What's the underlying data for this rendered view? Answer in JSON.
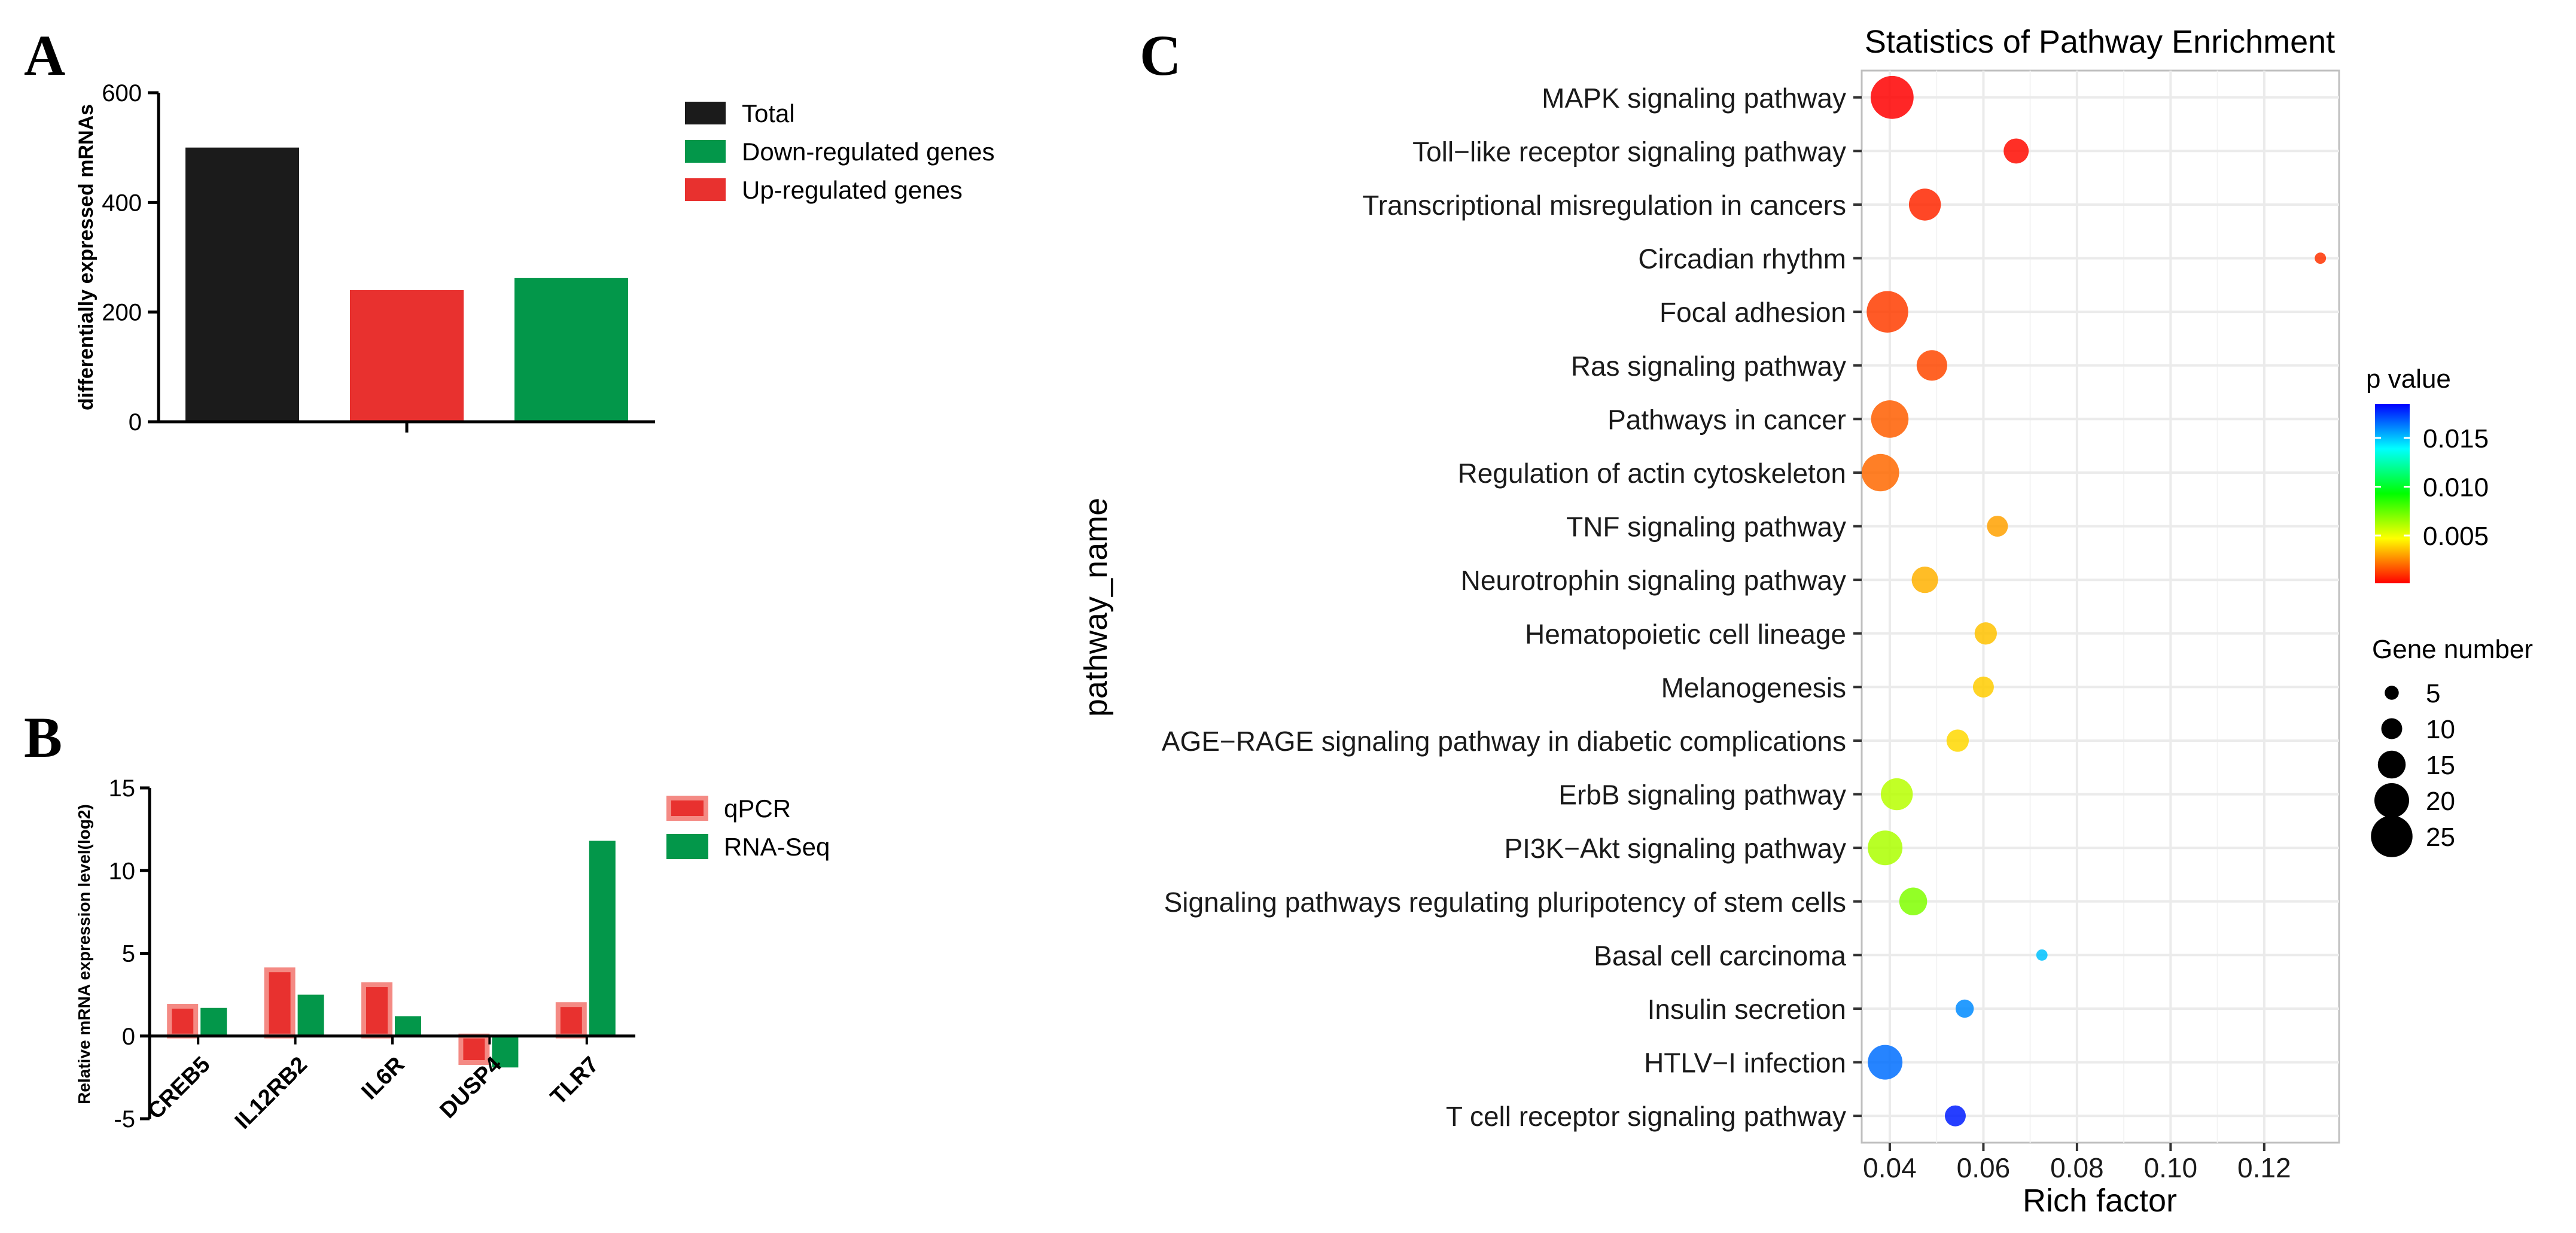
{
  "panels": {
    "a_letter": "A",
    "b_letter": "B",
    "c_letter": "C"
  },
  "colors": {
    "black": "#1b1b1b",
    "red": "#e8312f",
    "green": "#03974a",
    "axis": "#000000",
    "grid": "#ebebeb",
    "panel_border": "#bfbfbf"
  },
  "chart_data": [
    {
      "id": "A",
      "type": "bar",
      "categories": [
        ""
      ],
      "series": [
        {
          "name": "Total",
          "values": [
            500
          ],
          "color": "#1b1b1b"
        },
        {
          "name": "Up-regulated genes",
          "values": [
            240
          ],
          "color": "#e8312f"
        },
        {
          "name": "Down-regulated genes",
          "values": [
            262
          ],
          "color": "#03974a"
        }
      ],
      "legend_order": [
        "Total",
        "Down-regulated genes",
        "Up-regulated genes"
      ],
      "ylabel": "differentially expressed mRNAs",
      "ylim": [
        0,
        600
      ],
      "yticks": [
        0,
        200,
        400,
        600
      ],
      "grid": false,
      "legend": "right"
    },
    {
      "id": "B",
      "type": "bar",
      "categories": [
        "CREB5",
        "IL12RB2",
        "IL6R",
        "DUSP4",
        "TLR7"
      ],
      "series": [
        {
          "name": "qPCR",
          "values": [
            1.8,
            4.0,
            3.1,
            -1.6,
            1.9
          ],
          "color": "#e8312f"
        },
        {
          "name": "RNA-Seq",
          "values": [
            1.7,
            2.5,
            1.2,
            -1.9,
            11.8
          ],
          "color": "#03974a"
        }
      ],
      "ylabel": "Relative mRNA expression level(log2)",
      "ylim": [
        -5,
        15
      ],
      "yticks": [
        -5,
        0,
        5,
        10,
        15
      ],
      "grid": false,
      "legend": "right"
    },
    {
      "id": "C",
      "type": "scatter",
      "title": "Statistics of Pathway Enrichment",
      "xlabel": "Rich factor",
      "ylabel": "pathway_name",
      "xlim": [
        0.034,
        0.136
      ],
      "xticks": [
        0.04,
        0.06,
        0.08,
        0.1,
        0.12
      ],
      "xtick_labels": [
        "0.04",
        "0.06",
        "0.08",
        "0.10",
        "0.12"
      ],
      "grid": true,
      "points": [
        {
          "pathway": "MAPK signaling pathway",
          "x": 0.0405,
          "genes": 26,
          "p": 0.0001
        },
        {
          "pathway": "Toll−like receptor signaling pathway",
          "x": 0.067,
          "genes": 13,
          "p": 0.0003
        },
        {
          "pathway": "Transcriptional misregulation in cancers",
          "x": 0.0475,
          "genes": 18,
          "p": 0.0008
        },
        {
          "pathway": "Circadian rhythm",
          "x": 0.132,
          "genes": 3,
          "p": 0.001
        },
        {
          "pathway": "Focal adhesion",
          "x": 0.0395,
          "genes": 25,
          "p": 0.0012
        },
        {
          "pathway": "Ras signaling pathway",
          "x": 0.049,
          "genes": 17,
          "p": 0.0014
        },
        {
          "pathway": "Pathways in cancer",
          "x": 0.04,
          "genes": 22,
          "p": 0.0018
        },
        {
          "pathway": "Regulation of actin cytoskeleton",
          "x": 0.038,
          "genes": 22,
          "p": 0.002
        },
        {
          "pathway": "TNF signaling pathway",
          "x": 0.063,
          "genes": 10,
          "p": 0.003
        },
        {
          "pathway": "Neurotrophin signaling pathway",
          "x": 0.0475,
          "genes": 14,
          "p": 0.0033
        },
        {
          "pathway": "Hematopoietic cell lineage",
          "x": 0.0605,
          "genes": 11,
          "p": 0.0036
        },
        {
          "pathway": "Melanogenesis",
          "x": 0.06,
          "genes": 10,
          "p": 0.0038
        },
        {
          "pathway": "AGE−RAGE signaling pathway in diabetic complications",
          "x": 0.0545,
          "genes": 11,
          "p": 0.004
        },
        {
          "pathway": "ErbB signaling pathway",
          "x": 0.0415,
          "genes": 18,
          "p": 0.006
        },
        {
          "pathway": "PI3K−Akt signaling pathway",
          "x": 0.039,
          "genes": 20,
          "p": 0.0062
        },
        {
          "pathway": "Signaling pathways regulating pluripotency of stem cells",
          "x": 0.045,
          "genes": 15,
          "p": 0.007
        },
        {
          "pathway": "Basal cell carcinoma",
          "x": 0.0725,
          "genes": 3,
          "p": 0.015
        },
        {
          "pathway": "Insulin secretion",
          "x": 0.056,
          "genes": 8,
          "p": 0.016
        },
        {
          "pathway": "HTLV−I infection",
          "x": 0.039,
          "genes": 20,
          "p": 0.0165
        },
        {
          "pathway": "T cell receptor signaling pathway",
          "x": 0.054,
          "genes": 10,
          "p": 0.018
        }
      ],
      "color_legend": {
        "title": "p value",
        "ticks": [
          0.015,
          0.01,
          0.005
        ],
        "tick_labels": [
          "0.015",
          "0.010",
          "0.005"
        ],
        "range": [
          0.0001,
          0.0185
        ],
        "stops": [
          "#ff0000",
          "#ffff00",
          "#00ff00",
          "#00ffff",
          "#0000ff"
        ]
      },
      "size_legend": {
        "title": "Gene  number",
        "values": [
          5,
          10,
          15,
          20,
          25
        ],
        "labels": [
          "5",
          "10",
          "15",
          "20",
          "25"
        ]
      }
    }
  ]
}
